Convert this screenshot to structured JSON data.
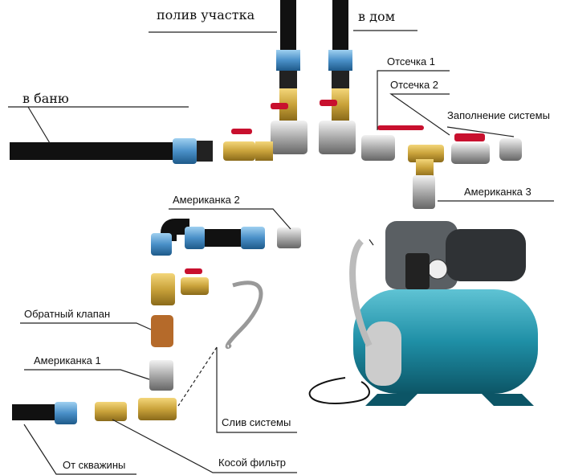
{
  "labels": {
    "garden_watering": "полив участка",
    "to_house": "в дом",
    "to_bathhouse": "в баню",
    "shutoff_1": "Отсечка  1",
    "shutoff_2": "Отсечка 2",
    "system_filling": "Заполнение системы",
    "union_3": "Американка 3",
    "union_2": "Американка 2",
    "check_valve": "Обратный клапан",
    "union_1": "Американка 1",
    "system_drain": "Слив системы",
    "from_well": "От скважины",
    "y_strainer": "Косой фильтр"
  },
  "colors": {
    "pipe": "#111111",
    "coupling": "#4a90c8",
    "brass": "#c9a23a",
    "valve_handle": "#c8102e",
    "tank": "#1f8fa6",
    "pump": "#5a5f63"
  }
}
